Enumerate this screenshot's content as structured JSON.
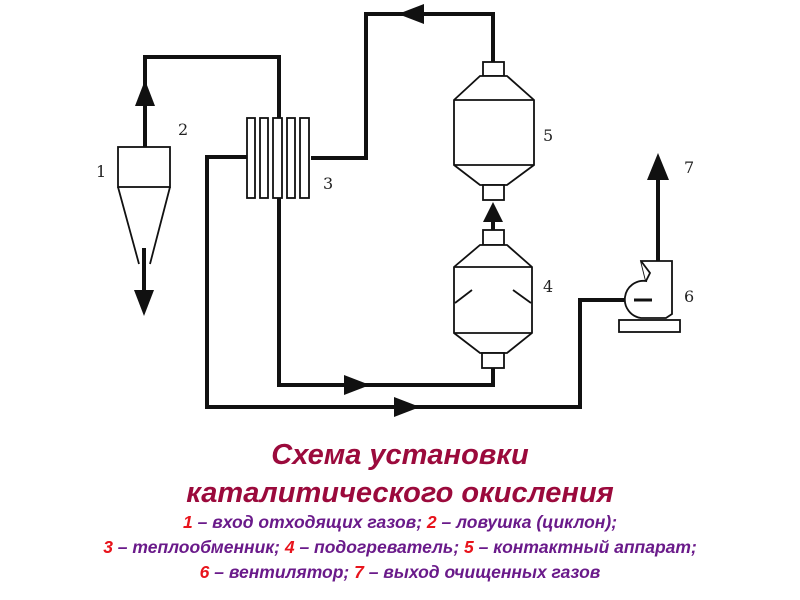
{
  "diagram": {
    "labels": [
      "1",
      "2",
      "3",
      "4",
      "5",
      "6",
      "7"
    ],
    "colors": {
      "line": "#111111",
      "title": "#9b0a3c",
      "legend": "#6a1a8a",
      "number": "#e8141c"
    }
  },
  "caption": {
    "title_line1": "Схема установки",
    "title_line2": "каталитического окисления",
    "legend": [
      {
        "num": "1",
        "text": " – вход отходящих газов; "
      },
      {
        "num": "2",
        "text": " – ловушка (циклон);"
      },
      {
        "num": "3",
        "text": " – теплообменник; "
      },
      {
        "num": "4",
        "text": " – подогреватель; "
      },
      {
        "num": "5",
        "text": " – контактный аппарат;"
      },
      {
        "num": "6",
        "text": " – вентилятор; "
      },
      {
        "num": "7",
        "text": " – выход очищенных газов"
      }
    ]
  }
}
